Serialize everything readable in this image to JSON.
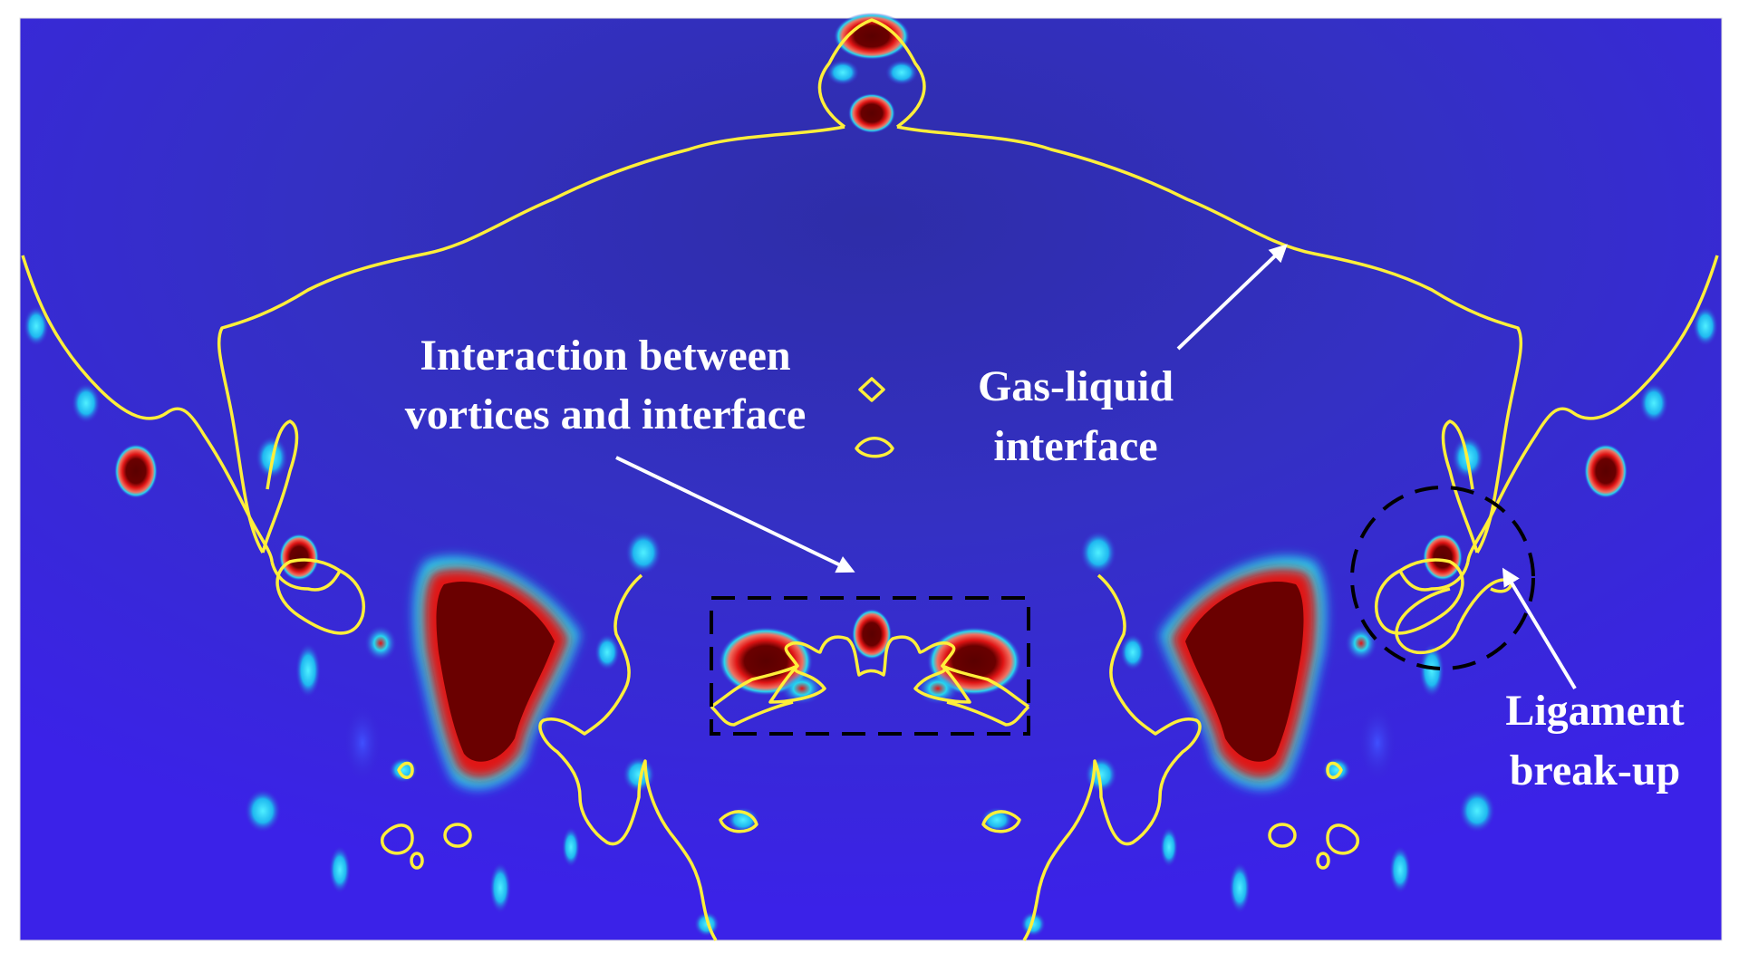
{
  "figure": {
    "colors": {
      "field_background": "#3a2fd6",
      "field_deep": "#2b2a9a",
      "vortex_core": "#6a0000",
      "vortex_mid": "#e01515",
      "vortex_halo": "#25d8f0",
      "interface_line": "#ffef3a",
      "annotation_text": "#ffffff",
      "arrow": "#ffffff",
      "highlight_box": "#000000"
    },
    "annotations": {
      "interaction": {
        "line1": "Interaction between",
        "line2": "vortices and interface"
      },
      "interface": {
        "line1": "Gas-liquid",
        "line2": "interface"
      },
      "ligament": {
        "line1": "Ligament",
        "line2": "break-up"
      }
    },
    "icons": [
      "arrow-icon",
      "dashed-rectangle",
      "dashed-circle"
    ]
  }
}
